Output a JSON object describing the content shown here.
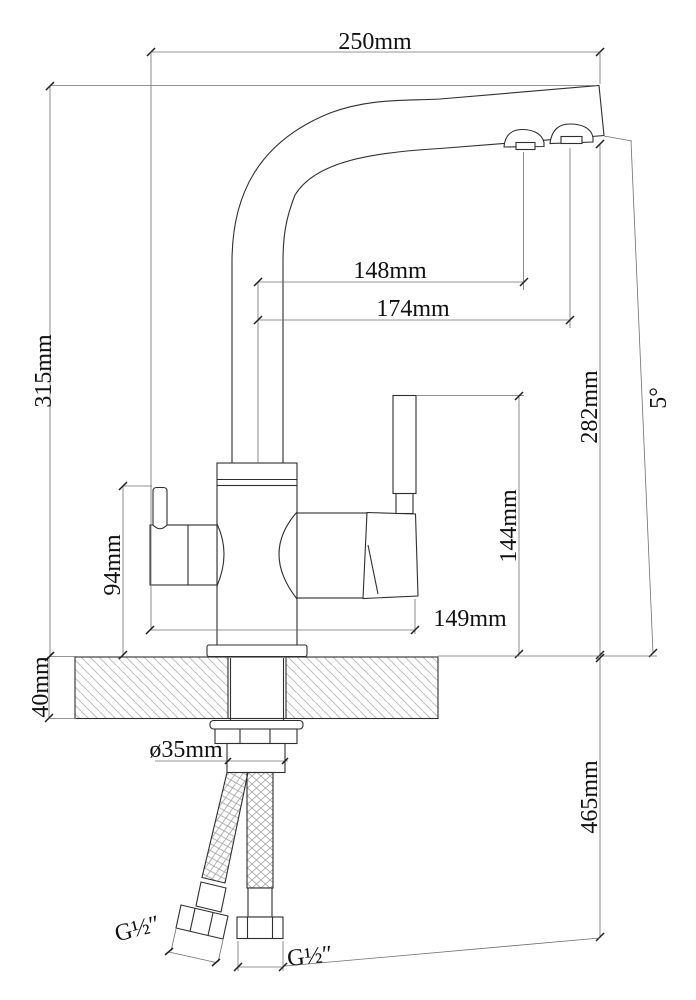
{
  "drawing": {
    "type": "faucet-installation-dimension-drawing",
    "labels": {
      "spout_reach": "250mm",
      "overall_height": "315mm",
      "aerator_offset_inner": "148mm",
      "aerator_offset_outer": "174mm",
      "outlet_height": "282mm",
      "spout_tilt": "5°",
      "left_handle_height": "94mm",
      "right_handle_height": "144mm",
      "body_span": "149mm",
      "deck_thickness": "40mm",
      "hole_diameter": "ø35mm",
      "hose_drop": "465mm",
      "left_thread": "G½″",
      "right_thread": "G½″"
    },
    "line_color": "#2f2f2f",
    "dimension_color": "#707070",
    "hatch_color": "#c0c0c0"
  }
}
